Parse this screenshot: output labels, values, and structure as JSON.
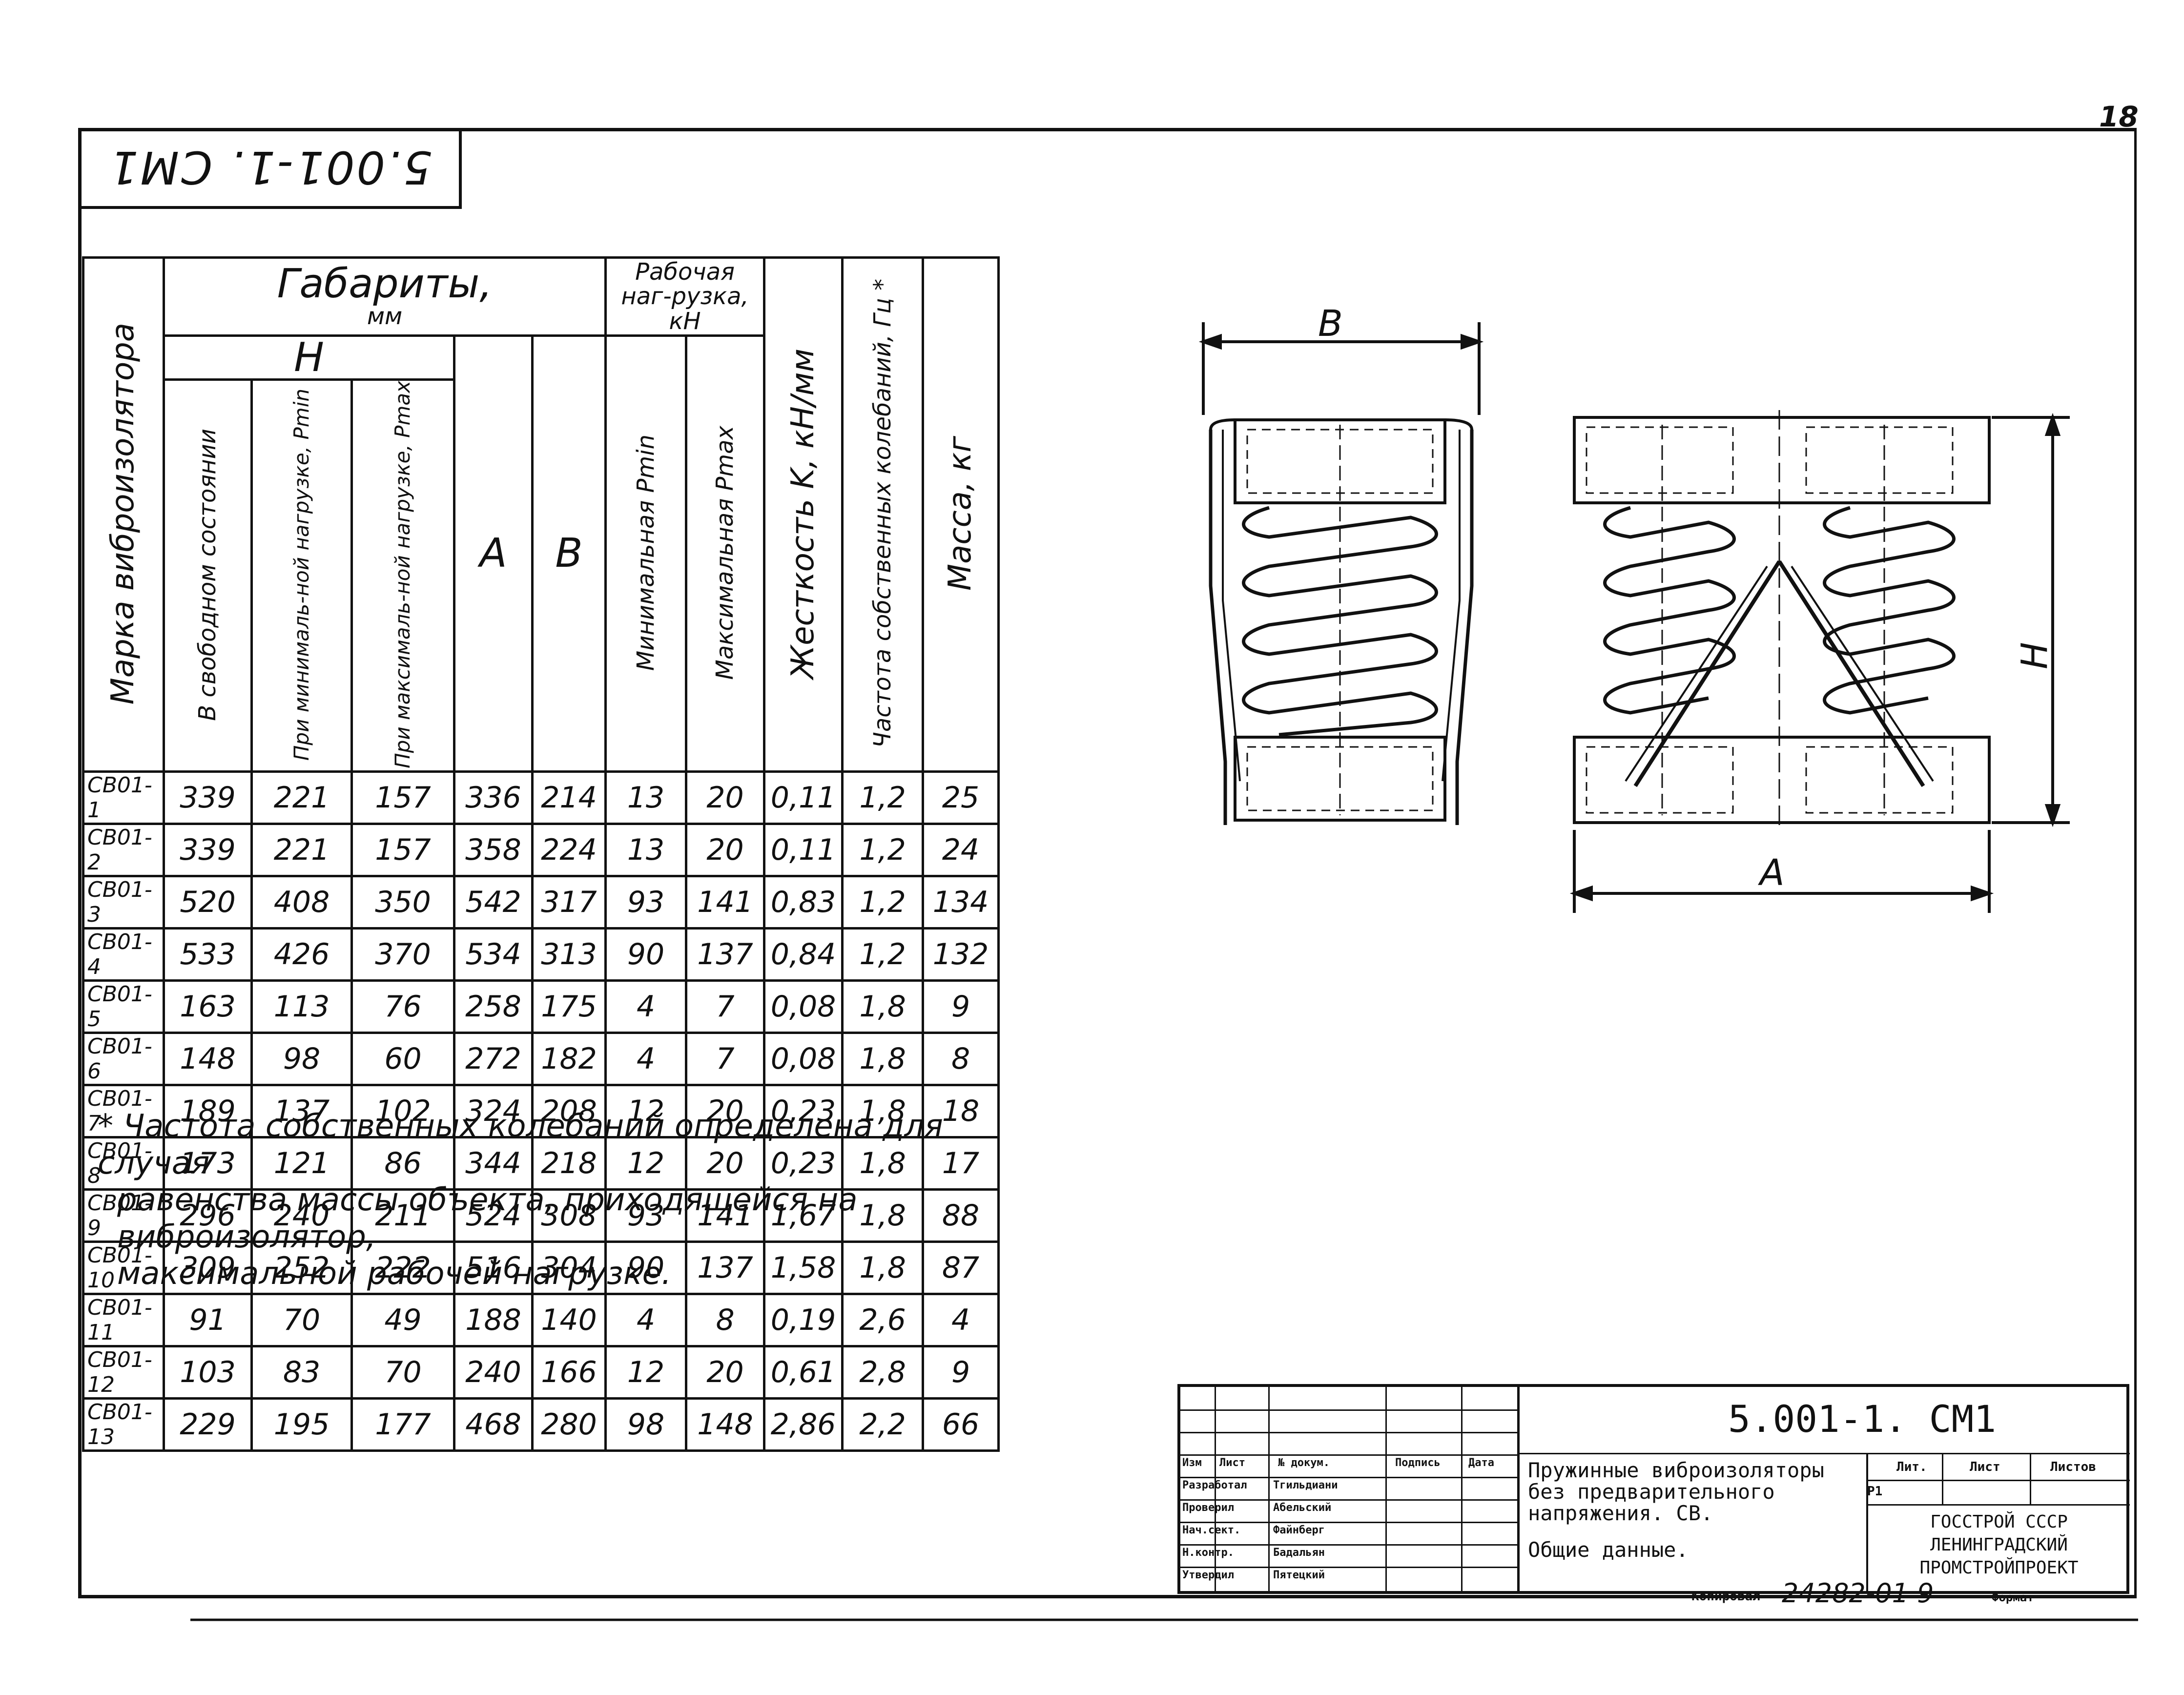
{
  "sheet_number": "18",
  "stamp_code": "5.001-1. СМ1",
  "table": {
    "col_mark": "Марка виброизолятора",
    "group_dims": "Габариты,",
    "group_dims_unit": "мм",
    "sub_h": "H",
    "col_h_free": "В свободном состоянии",
    "col_h_min": "При минималь-ной нагрузке, Pmin",
    "col_h_max": "При максималь-ной нагрузке, Pmax",
    "col_a": "A",
    "col_b": "B",
    "group_load": "Рабочая наг-рузка, кН",
    "col_pmin": "Минимальная Pmin",
    "col_pmax": "Максимальная Pmax",
    "col_k": "Жесткость K, кН/мм",
    "col_freq": "Частота собственных колебаний, Гц *",
    "col_mass": "Масса, кг",
    "rows": [
      [
        "СВ01-1",
        "339",
        "221",
        "157",
        "336",
        "214",
        "13",
        "20",
        "0,11",
        "1,2",
        "25"
      ],
      [
        "СВ01-2",
        "339",
        "221",
        "157",
        "358",
        "224",
        "13",
        "20",
        "0,11",
        "1,2",
        "24"
      ],
      [
        "СВ01-3",
        "520",
        "408",
        "350",
        "542",
        "317",
        "93",
        "141",
        "0,83",
        "1,2",
        "134"
      ],
      [
        "СВ01-4",
        "533",
        "426",
        "370",
        "534",
        "313",
        "90",
        "137",
        "0,84",
        "1,2",
        "132"
      ],
      [
        "СВ01-5",
        "163",
        "113",
        "76",
        "258",
        "175",
        "4",
        "7",
        "0,08",
        "1,8",
        "9"
      ],
      [
        "СВ01-6",
        "148",
        "98",
        "60",
        "272",
        "182",
        "4",
        "7",
        "0,08",
        "1,8",
        "8"
      ],
      [
        "СВ01-7",
        "189",
        "137",
        "102",
        "324",
        "208",
        "12",
        "20",
        "0,23",
        "1,8",
        "18"
      ],
      [
        "СВ01-8",
        "173",
        "121",
        "86",
        "344",
        "218",
        "12",
        "20",
        "0,23",
        "1,8",
        "17"
      ],
      [
        "СВ01-9",
        "296",
        "240",
        "211",
        "524",
        "308",
        "93",
        "141",
        "1,67",
        "1,8",
        "88"
      ],
      [
        "СВ01-10",
        "309",
        "252",
        "222",
        "516",
        "304",
        "90",
        "137",
        "1,58",
        "1,8",
        "87"
      ],
      [
        "СВ01-11",
        "91",
        "70",
        "49",
        "188",
        "140",
        "4",
        "8",
        "0,19",
        "2,6",
        "4"
      ],
      [
        "СВ01-12",
        "103",
        "83",
        "70",
        "240",
        "166",
        "12",
        "20",
        "0,61",
        "2,8",
        "9"
      ],
      [
        "СВ01-13",
        "229",
        "195",
        "177",
        "468",
        "280",
        "98",
        "148",
        "2,86",
        "2,2",
        "66"
      ]
    ]
  },
  "footnote": {
    "line1": "* Частота собственных колебаний определена для случая",
    "line2": "равенства массы объекта, приходящейся на виброизолятор,",
    "line3": "максимальной рабочей нагрузке."
  },
  "drawing": {
    "label_b": "B",
    "label_h": "H",
    "label_a": "A"
  },
  "title_block": {
    "code": "5.001-1. СМ1",
    "hdr_izm": "Изм",
    "hdr_list": "Лист",
    "hdr_doc": "№ докум.",
    "hdr_sign": "Подпись",
    "hdr_date": "Дата",
    "roles": [
      {
        "role": "Разработал",
        "name": "Тгильдиани"
      },
      {
        "role": "Проверил",
        "name": "Абельский"
      },
      {
        "role": "Нач.сект.",
        "name": "Файнберг"
      },
      {
        "role": "Н.контр.",
        "name": "Бадальян"
      },
      {
        "role": "Утвердил",
        "name": "Пятецкий"
      }
    ],
    "desc_line1": "Пружинные виброизоляторы",
    "desc_line2": "без предварительного",
    "desc_line3": "напряжения. СВ.",
    "desc_line4": "Общие данные.",
    "stage_lbl": "Лит.",
    "sheet_lbl": "Лист",
    "sheets_lbl": "Листов",
    "stage_val": "Р1",
    "org_line1": "ГОССТРОЙ СССР",
    "org_line2": "ЛЕНИНГРАДСКИЙ",
    "org_line3": "ПРОМСТРОЙПРОЕКТ",
    "copied_lbl": "Копировал",
    "copy_number": "24282-01  9",
    "format_lbl": "Формат"
  }
}
